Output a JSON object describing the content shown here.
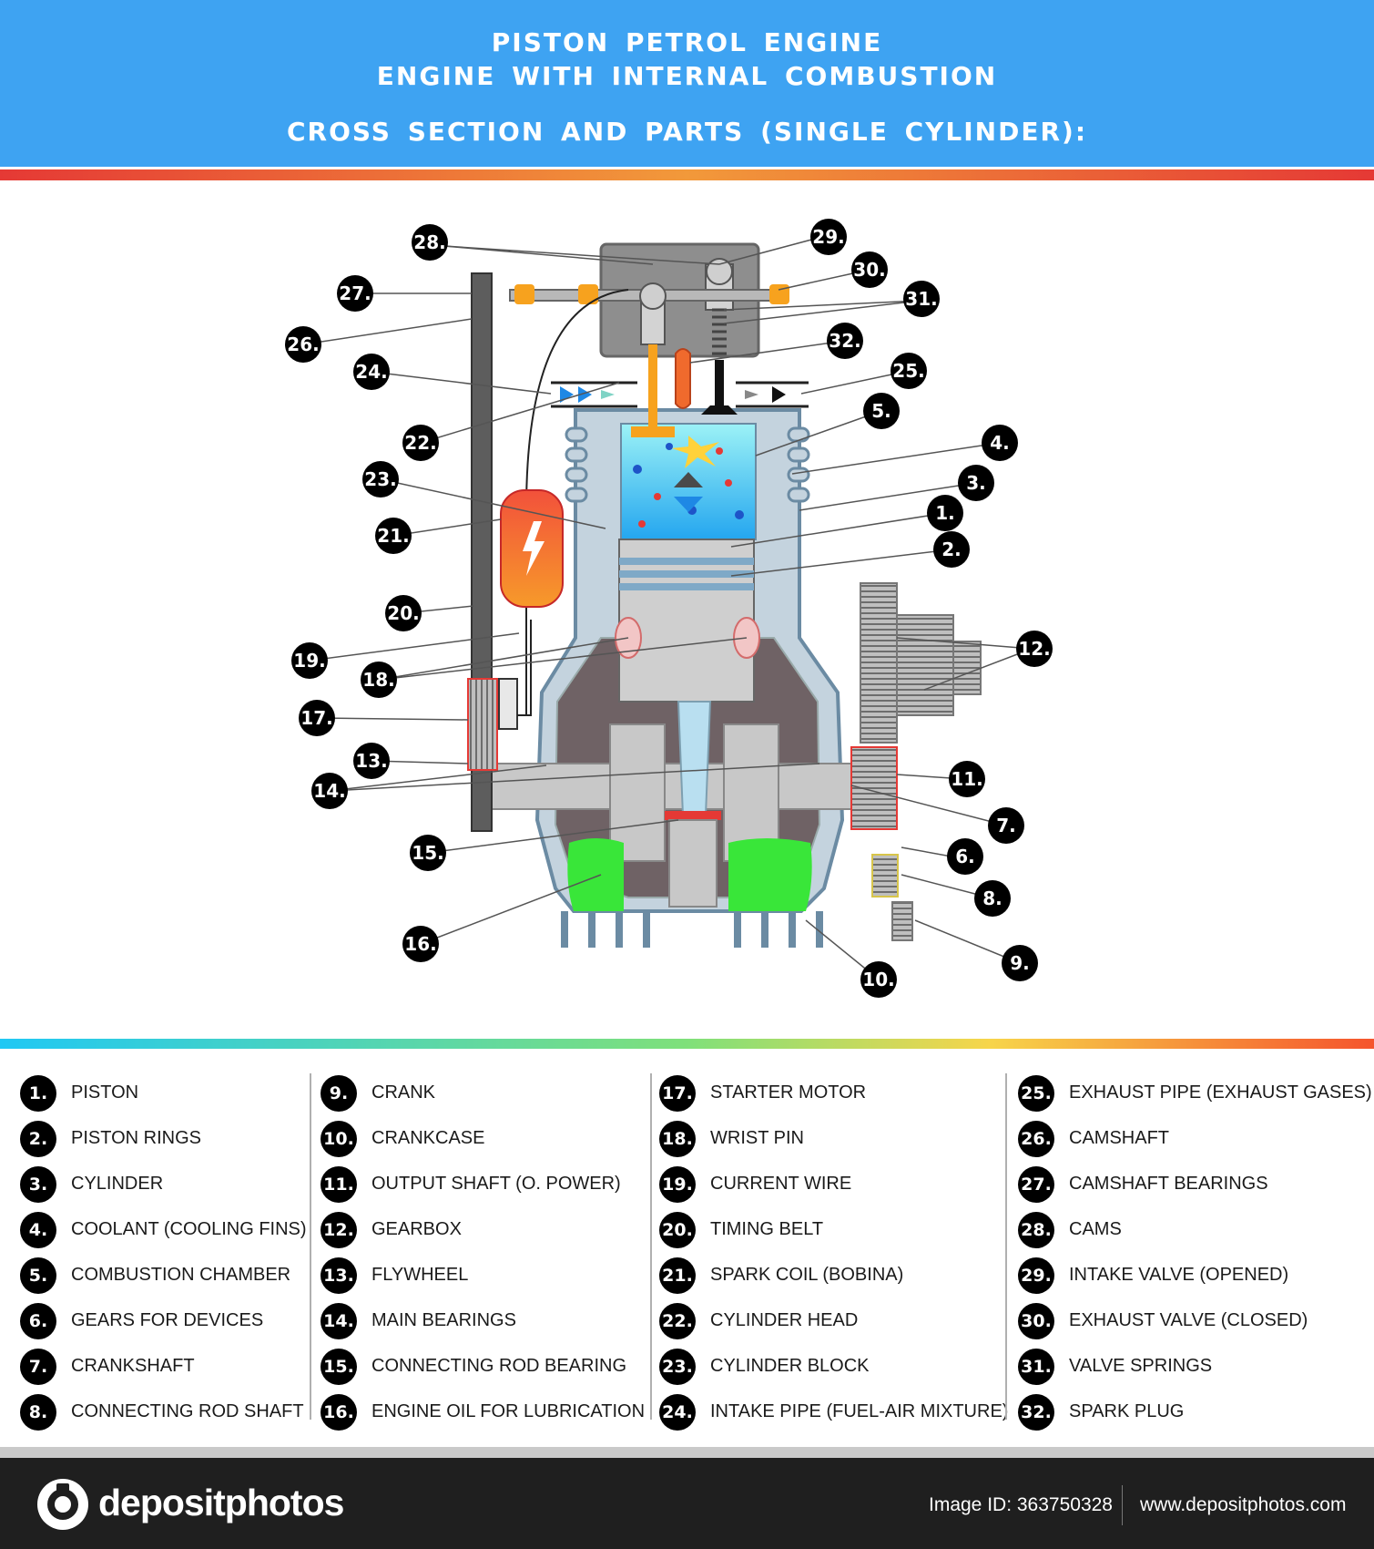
{
  "header": {
    "title_line1": "PISTON PETROL ENGINE",
    "title_line2": "ENGINE WITH INTERNAL COMBUSTION",
    "subtitle": "CROSS SECTION AND PARTS (SINGLE CYLINDER):"
  },
  "colors": {
    "header_bg": "#3ea3f2",
    "accent_red": "#e53935",
    "metal": "#c8c8c8",
    "coolant": "#9ad8f5",
    "oil": "#39e639",
    "spark_coil": "#e8431c",
    "combustion": "#4fc3f7"
  },
  "callouts": {
    "c1": "1.",
    "c2": "2.",
    "c3": "3.",
    "c4": "4.",
    "c5": "5.",
    "c6": "6.",
    "c7": "7.",
    "c8": "8.",
    "c9": "9.",
    "c10": "10.",
    "c11": "11.",
    "c12": "12.",
    "c13": "13.",
    "c14": "14.",
    "c15": "15.",
    "c16": "16.",
    "c17": "17.",
    "c18": "18.",
    "c19": "19.",
    "c20": "20.",
    "c21": "21.",
    "c22": "22.",
    "c23": "23.",
    "c24": "24.",
    "c25": "25.",
    "c26": "26.",
    "c27": "27.",
    "c28": "28.",
    "c29": "29.",
    "c30": "30.",
    "c31": "31.",
    "c32": "32."
  },
  "legend": [
    {
      "num": "1.",
      "label": "PISTON"
    },
    {
      "num": "2.",
      "label": "PISTON RINGS"
    },
    {
      "num": "3.",
      "label": "CYLINDER"
    },
    {
      "num": "4.",
      "label": "COOLANT (COOLING FINS)"
    },
    {
      "num": "5.",
      "label": "COMBUSTION CHAMBER"
    },
    {
      "num": "6.",
      "label": "GEARS FOR DEVICES"
    },
    {
      "num": "7.",
      "label": "CRANKSHAFT"
    },
    {
      "num": "8.",
      "label": "CONNECTING ROD SHAFT"
    },
    {
      "num": "9.",
      "label": "CRANK"
    },
    {
      "num": "10.",
      "label": "CRANKCASE"
    },
    {
      "num": "11.",
      "label": "OUTPUT SHAFT (O. POWER)"
    },
    {
      "num": "12.",
      "label": "GEARBOX"
    },
    {
      "num": "13.",
      "label": "FLYWHEEL"
    },
    {
      "num": "14.",
      "label": "MAIN BEARINGS"
    },
    {
      "num": "15.",
      "label": "CONNECTING ROD BEARING"
    },
    {
      "num": "16.",
      "label": "ENGINE OIL FOR LUBRICATION"
    },
    {
      "num": "17.",
      "label": "STARTER MOTOR"
    },
    {
      "num": "18.",
      "label": "WRIST PIN"
    },
    {
      "num": "19.",
      "label": "CURRENT WIRE"
    },
    {
      "num": "20.",
      "label": "TIMING BELT"
    },
    {
      "num": "21.",
      "label": "SPARK COIL (BOBINA)"
    },
    {
      "num": "22.",
      "label": "CYLINDER HEAD"
    },
    {
      "num": "23.",
      "label": "CYLINDER BLOCK"
    },
    {
      "num": "24.",
      "label": "INTAKE PIPE (FUEL-AIR MIXTURE)"
    },
    {
      "num": "25.",
      "label": "EXHAUST PIPE (EXHAUST GASES)"
    },
    {
      "num": "26.",
      "label": "CAMSHAFT"
    },
    {
      "num": "27.",
      "label": "CAMSHAFT BEARINGS"
    },
    {
      "num": "28.",
      "label": "CAMS"
    },
    {
      "num": "29.",
      "label": "INTAKE VALVE (OPENED)"
    },
    {
      "num": "30.",
      "label": "EXHAUST VALVE (CLOSED)"
    },
    {
      "num": "31.",
      "label": "VALVE SPRINGS"
    },
    {
      "num": "32.",
      "label": "SPARK PLUG"
    }
  ],
  "footer": {
    "logo_text": "depositphotos",
    "image_id": "Image ID: 363750328",
    "site": "www.depositphotos.com"
  }
}
